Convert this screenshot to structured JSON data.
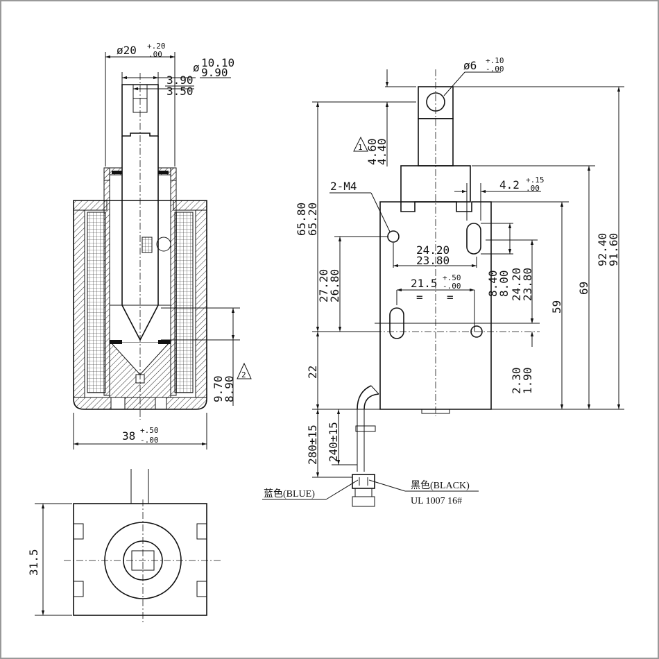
{
  "colors": {
    "line": "#111111",
    "frame": "#999999",
    "background": "#ffffff"
  },
  "section": {
    "d_outer_cap": "ø20",
    "d_outer_cap_tol_up": "+.20",
    "d_outer_cap_tol_dn": ".00",
    "d_plunger": "ø",
    "d_plunger_max": "10.10",
    "d_plunger_min": "9.90",
    "slot_max": "3.90",
    "slot_min": "3.50",
    "body_width": "38",
    "body_tol_up": "+.50",
    "body_tol_dn": "-.00",
    "stroke_max": "9.70",
    "stroke_min": "8.90",
    "note2": "2"
  },
  "bottom": {
    "height": "31.5"
  },
  "side": {
    "pin_dia": "ø6",
    "pin_tol_up": "+.10",
    "pin_tol_dn": "-.00",
    "note1": "1",
    "pin_off_max": "4.60",
    "pin_off_min": "4.40",
    "thread": "2-M4",
    "gap": "4.2",
    "gap_tol_up": "+.15",
    "gap_tol_dn": ".00",
    "hole_span_max": "24.20",
    "hole_span_min": "23.80",
    "slot_span": "21.5",
    "slot_span_tol_up": "+.50",
    "slot_span_tol_dn": "-.00",
    "eq1": "=",
    "eq2": "=",
    "overall_max": "65.80",
    "overall_min": "65.20",
    "upper_max": "27.20",
    "upper_min": "26.80",
    "lower": "22",
    "slot_h_max": "8.40",
    "slot_h_min": "8.00",
    "hole_v_max": "24.20",
    "hole_v_min": "23.80",
    "base_max": "2.30",
    "base_min": "1.90",
    "h59": "59",
    "h69": "69",
    "total_max": "92.40",
    "total_min": "91.60",
    "lead_long": "280±15",
    "lead_short": "240±15",
    "wire_blue": "蓝色(BLUE)",
    "wire_black": "黑色(BLACK)",
    "wire_spec": "UL 1007   16#"
  }
}
